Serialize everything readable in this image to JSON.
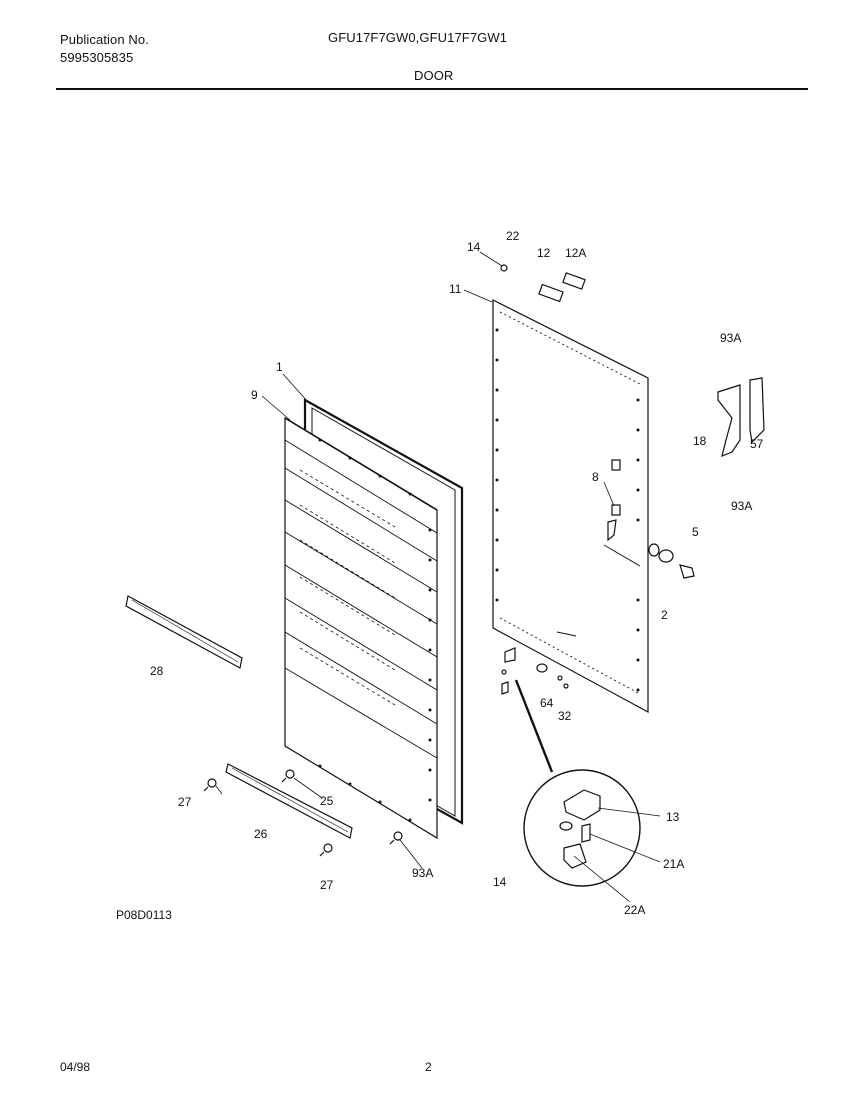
{
  "header": {
    "publication_label": "Publication No.",
    "publication_number": "5995305835",
    "models": "GFU17F7GW0,GFU17F7GW1",
    "section_title": "DOOR"
  },
  "callouts": {
    "c1": "1",
    "c9": "9",
    "c14_top": "14",
    "c22": "22",
    "c12": "12",
    "c12a": "12A",
    "c11": "11",
    "c93a_top": "93A",
    "c18": "18",
    "c57": "57",
    "c93a_mid": "93A",
    "c8": "8",
    "c5": "5",
    "c2": "2",
    "c28": "28",
    "c64": "64",
    "c32": "32",
    "c13": "13",
    "c21a": "21A",
    "c22a": "22A",
    "c14_bottom": "14",
    "c27_left": "27",
    "c25": "25",
    "c26": "26",
    "c27_bottom": "27",
    "c93a_bottom": "93A"
  },
  "footer": {
    "figure_code": "P08D0113",
    "date": "04/98",
    "page": "2"
  }
}
